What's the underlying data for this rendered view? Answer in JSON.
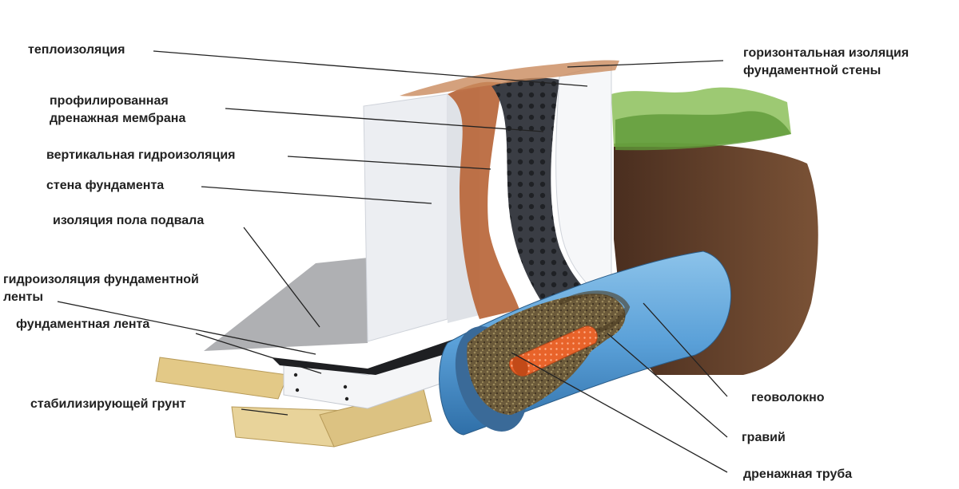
{
  "labels": {
    "teploizolyaciya": "теплоизоляция",
    "membrana_1": "профилированная",
    "membrana_2": "дренажная мембрана",
    "vert_gidro": "вертикальная гидроизоляция",
    "stena": "стена фундамента",
    "pol_podvala": "изоляция пола подвала",
    "gidro_lenty_1": "гидроизоляция фундаментной",
    "gidro_lenty_2": "ленты",
    "lenta": "фундаментная лента",
    "grunt": "стабилизирующей грунт",
    "horiz_1": "горизонтальная изоляция",
    "horiz_2": "фундаментной стены",
    "geovolokno": "геоволокно",
    "graviy": "гравий",
    "truba": "дренажная труба"
  },
  "colors": {
    "wall": "#eef0f3",
    "wall_shadow": "#d6dae0",
    "clay_layer": "#b8663a",
    "membrane": "#3a3d44",
    "soil": "#5a3a28",
    "grass": "#7fb04a",
    "pipe_outer": "#5aa0d8",
    "gravel": "#6b5a3a",
    "drain_core": "#e8632a",
    "sand_board": "#e3c987",
    "leader_line": "#222222"
  }
}
